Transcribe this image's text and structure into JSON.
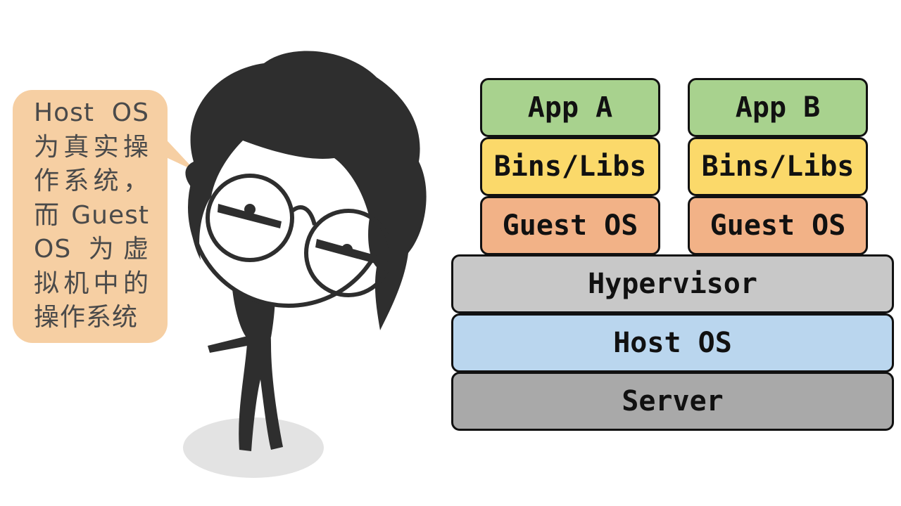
{
  "speech_bubble": {
    "text": "Host OS 为真实操作系统，而 Guest OS 为虚拟机中的操作系统"
  },
  "stack": {
    "column_a": {
      "app": "App A",
      "libs": "Bins/Libs",
      "guest_os": "Guest OS"
    },
    "column_b": {
      "app": "App B",
      "libs": "Bins/Libs",
      "guest_os": "Guest OS"
    },
    "hypervisor": "Hypervisor",
    "host_os": "Host OS",
    "server": "Server"
  },
  "colors": {
    "app": "#a8d28e",
    "libs": "#fbd96a",
    "guest_os": "#f2b287",
    "hypervisor": "#c8c8c8",
    "host_os": "#bad6ee",
    "server": "#a9a9a9",
    "bubble": "#f6cfa3"
  }
}
